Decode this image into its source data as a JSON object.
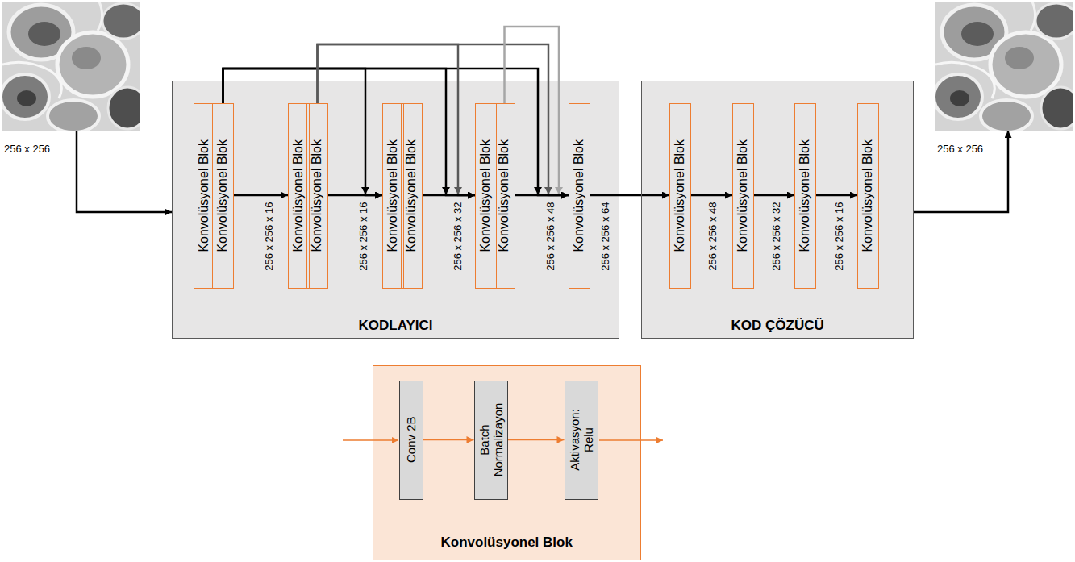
{
  "diagram": {
    "nodes": [
      {
        "text": [
          "256 x 256"
        ]
      },
      {
        "text": [
          "KODLAYICI"
        ]
      },
      {
        "text": [
          "Konvolüsyonel Blok"
        ],
        "in": 1
      },
      {
        "text": [
          "Konvolüsyonel Blok"
        ],
        "in": 1
      },
      {
        "text": [
          "Konvolüsyonel Blok"
        ],
        "in": 1
      },
      {
        "text": [
          "Konvolüsyonel Blok"
        ],
        "in": 1
      },
      {
        "text": [
          "Konvolüsyonel Blok"
        ],
        "in": 1
      },
      {
        "text": [
          "Konvolüsyonel Blok"
        ],
        "in": 1
      },
      {
        "text": [
          "Konvolüsyonel Blok"
        ],
        "in": 1
      },
      {
        "text": [
          "Konvolüsyonel Blok"
        ],
        "in": 1
      },
      {
        "text": [
          "Konvolüsyonel Blok"
        ],
        "in": 1
      },
      {
        "text": [
          "KOD ÇÖZÜCÜ"
        ]
      },
      {
        "text": [
          "Konvolüsyonel Blok"
        ],
        "in": 11
      },
      {
        "text": [
          "Konvolüsyonel Blok"
        ],
        "in": 11
      },
      {
        "text": [
          "Konvolüsyonel Blok"
        ],
        "in": 11
      },
      {
        "text": [
          "Konvolüsyonel Blok"
        ],
        "in": 11
      },
      {
        "text": [
          "256 x 256"
        ]
      },
      {
        "text": [
          "Konvolüsyonel Blok"
        ]
      },
      {
        "text": [
          "Conv 2B"
        ],
        "in": 17
      },
      {
        "text": [
          "Batch Normalizayon"
        ],
        "in": 17
      },
      {
        "text": [
          "Aktivasyon: Relu"
        ],
        "in": 17
      }
    ],
    "edges": [
      {
        "from": 0,
        "to": 1,
        "arrow": "to"
      },
      {
        "from": 3,
        "to": 4,
        "arrow": "to"
      },
      {
        "from": 5,
        "to": 6,
        "arrow": "to"
      },
      {
        "from": 7,
        "to": 8,
        "arrow": "to"
      },
      {
        "from": 9,
        "to": 10,
        "arrow": "to"
      },
      {
        "from": 10,
        "to": 12,
        "arrow": "to"
      },
      {
        "from": 12,
        "to": 13,
        "arrow": "to"
      },
      {
        "from": 13,
        "to": 14,
        "arrow": "to"
      },
      {
        "from": 14,
        "to": 15,
        "arrow": "to"
      },
      {
        "from": 11,
        "to": 16,
        "arrow": "to"
      },
      {
        "from": 3,
        "to": 6,
        "arrow": "to"
      },
      {
        "from": 3,
        "to": 8,
        "arrow": "to"
      },
      {
        "from": 3,
        "to": 10,
        "arrow": "to"
      },
      {
        "from": 5,
        "to": 8,
        "arrow": "to"
      },
      {
        "from": 5,
        "to": 10,
        "arrow": "to"
      },
      {
        "from": 9,
        "to": 10,
        "arrow": "to"
      },
      {
        "from": 18,
        "to": 19,
        "arrow": "to"
      },
      {
        "from": 19,
        "to": 20,
        "arrow": "to"
      }
    ],
    "labels": [
      "256 x 256 x 16",
      "256 x 256 x 16",
      "256 x 256 x 32",
      "256 x 256 x 48",
      "256 x 256 x 64",
      "256 x 256 x 48",
      "256 x 256 x 32",
      "256 x 256 x 16"
    ]
  }
}
